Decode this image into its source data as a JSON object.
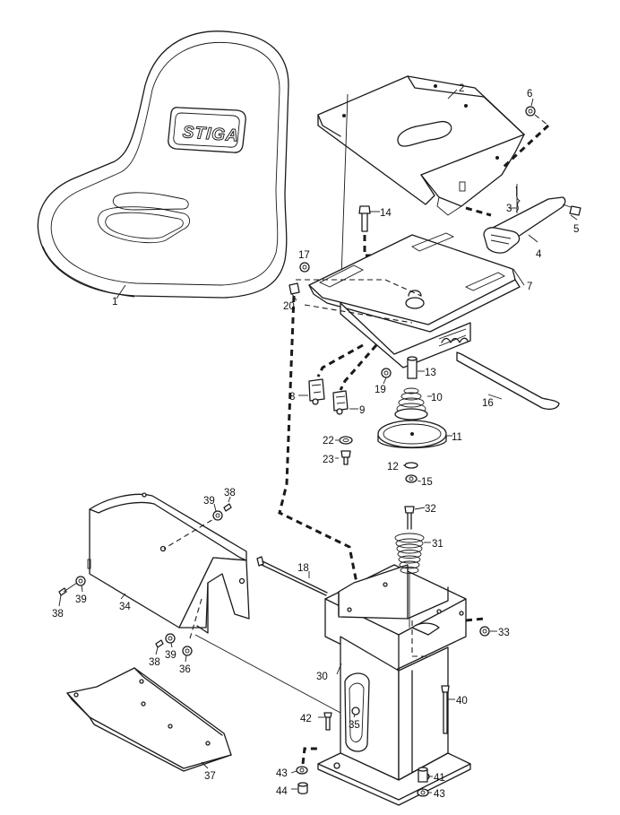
{
  "logo_text": "STIGA",
  "labels": {
    "p1": "1",
    "p2": "2",
    "p3": "3",
    "p4": "4",
    "p5": "5",
    "p6": "6",
    "p7": "7",
    "p8": "8",
    "p9": "9",
    "p10": "10",
    "p11": "11",
    "p12": "12",
    "p13": "13",
    "p14": "14",
    "p15": "15",
    "p16": "16",
    "p17": "17",
    "p18": "18",
    "p19": "19",
    "p20": "20",
    "p22": "22",
    "p23": "23",
    "p30": "30",
    "p31": "31",
    "p32": "32",
    "p33": "33",
    "p34": "34",
    "p35": "35",
    "p36": "36",
    "p37": "37",
    "p38a": "38",
    "p38b": "38",
    "p38c": "38",
    "p39a": "39",
    "p39b": "39",
    "p39c": "39",
    "p40": "40",
    "p41": "41",
    "p42": "42",
    "p43a": "43",
    "p43b": "43",
    "p44": "44"
  }
}
